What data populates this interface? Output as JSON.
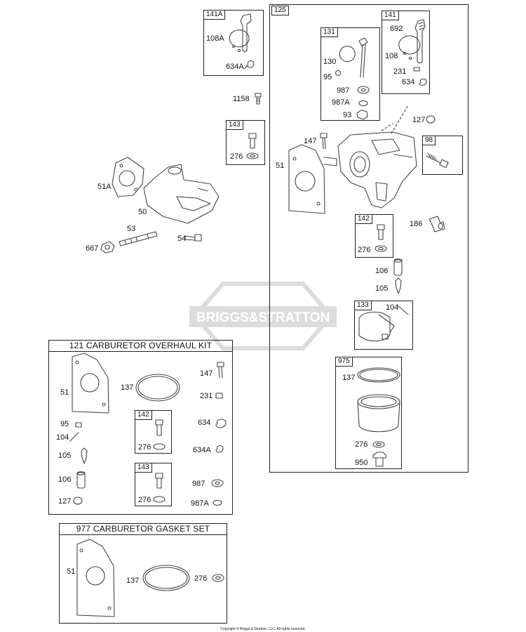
{
  "colors": {
    "line": "#222222",
    "part": "#444444",
    "watermark": "#d9d9d9"
  },
  "watermark": {
    "text": "BRIGGS&STRATTON"
  },
  "copyright": "Copyright © Briggs & Stratton, LLC. All rights reserved.",
  "tags": {
    "t141A": "141A",
    "t125": "125",
    "t141": "141",
    "t131": "131",
    "t143": "143",
    "t98": "98",
    "t142": "142",
    "t133": "133",
    "t975": "975",
    "k142": "142",
    "k143": "143"
  },
  "labels": {
    "p108A": "108A",
    "p634A": "634A",
    "p1158": "1158",
    "p276a": "276",
    "p51A": "51A",
    "p50": "50",
    "p53": "53",
    "p54": "54",
    "p667": "667",
    "p692": "692",
    "p108": "108",
    "p231": "231",
    "p634": "634",
    "p130": "130",
    "p95": "95",
    "p987": "987",
    "p987A": "987A",
    "p93": "93",
    "p127": "127",
    "p147": "147",
    "p51": "51",
    "p186": "186",
    "p276b": "276",
    "p106": "106",
    "p105": "105",
    "p104": "104",
    "p137": "137",
    "p276c": "276",
    "p950": "950"
  },
  "kit121": {
    "title": "121 CARBURETOR OVERHAUL KIT",
    "labels": {
      "k51": "51",
      "k137": "137",
      "k147": "147",
      "k231": "231",
      "k95": "95",
      "k104": "104",
      "k634": "634",
      "k276a": "276",
      "k105": "105",
      "k634A": "634A",
      "k106": "106",
      "k987": "987",
      "k127": "127",
      "k276b": "276",
      "k987A": "987A"
    }
  },
  "kit977": {
    "title": "977 CARBURETOR GASKET SET",
    "labels": {
      "g51": "51",
      "g137": "137",
      "g276": "276"
    }
  }
}
